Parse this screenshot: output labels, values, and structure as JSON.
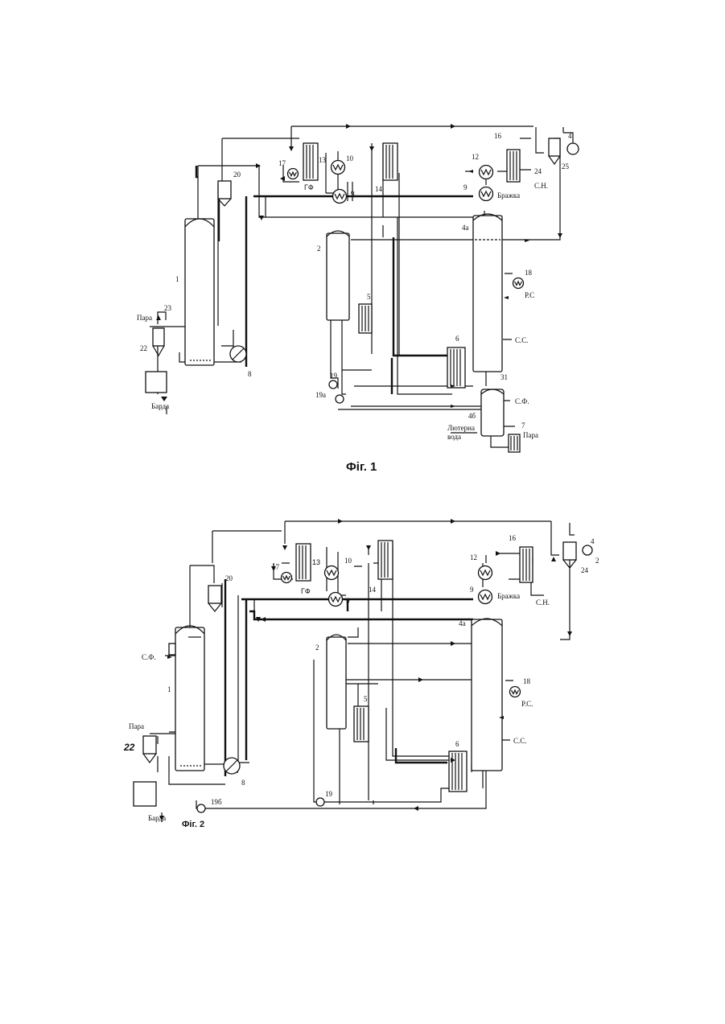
{
  "figures": [
    {
      "caption": "Фіг. 1",
      "labels": {
        "n1": "1",
        "n2": "2",
        "n4a": "4а",
        "n4b": "4б",
        "n5": "5",
        "n6": "6",
        "n7": "7",
        "n8": "8",
        "n9a": "9",
        "n9b": "9",
        "n10": "10",
        "n12": "12",
        "n13": "13",
        "n14": "14",
        "n16": "16",
        "n17": "17",
        "n18": "18",
        "n19": "19",
        "n19a": "19а",
        "n20": "20",
        "n22": "22",
        "n23": "23",
        "n24": "24",
        "n25": "25",
        "n31": "31",
        "n4": "4",
        "steam_left": "Пара",
        "steam_right": "Пара",
        "barda": "Барда",
        "gf": "ГФ",
        "brazhka": "Бражка",
        "sn": "С.Н.",
        "rs": "Р.С",
        "ss": "С.С.",
        "sf": "С.Ф.",
        "lutter1": "Лютерна",
        "lutter2": "вода"
      }
    },
    {
      "caption": "Фіг. 2",
      "labels": {
        "n1": "1",
        "n2": "2",
        "n4a": "4а",
        "n5": "5",
        "n6": "6",
        "n8": "8",
        "n9a": "9",
        "n9b": "9",
        "n10": "10",
        "n12": "12",
        "n13": "13",
        "n14": "14",
        "n16": "16",
        "n17": "17",
        "n18": "18",
        "n19": "19",
        "n19b": "19б",
        "n20": "20",
        "n22": "22",
        "n24": "24",
        "n4": "4",
        "n2b": "2",
        "steam": "Пара",
        "barda": "Барда",
        "gf": "ГФ",
        "brazhka": "Бражка",
        "sn": "С.Н.",
        "rs": "Р.С.",
        "ss": "С.С.",
        "sf": "С.Ф."
      }
    }
  ]
}
